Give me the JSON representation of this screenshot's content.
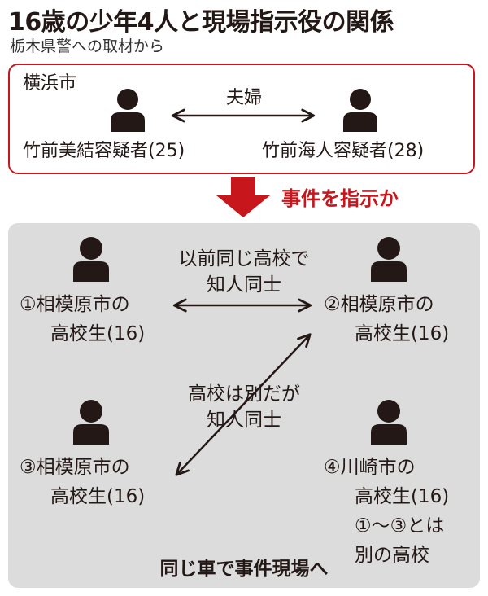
{
  "title": "16歳の少年4人と現場指示役の関係",
  "subtitle": "栃木県警への取材から",
  "top": {
    "location": "横浜市",
    "relation": "夫婦",
    "person_left": "竹前美結容疑者(25)",
    "person_right": "竹前海人容疑者(28)"
  },
  "instruct_label": "事件を指示か",
  "students": {
    "s1": {
      "line1": "①相模原市の",
      "line2": "高校生(16)"
    },
    "s2": {
      "line1": "②相模原市の",
      "line2": "高校生(16)"
    },
    "s3": {
      "line1": "③相模原市の",
      "line2": "高校生(16)"
    },
    "s4": {
      "line1": "④川崎市の",
      "line2": "高校生(16)",
      "line3": "①〜③とは",
      "line4": "別の高校"
    }
  },
  "relation_12": {
    "line1": "以前同じ高校で",
    "line2": "知人同士"
  },
  "relation_23": {
    "line1": "高校は別だが",
    "line2": "知人同士"
  },
  "footer": "同じ車で事件現場へ",
  "colors": {
    "accent_red": "#c8161d",
    "icon_dark": "#231815",
    "panel_gray": "#dcdcdc"
  }
}
